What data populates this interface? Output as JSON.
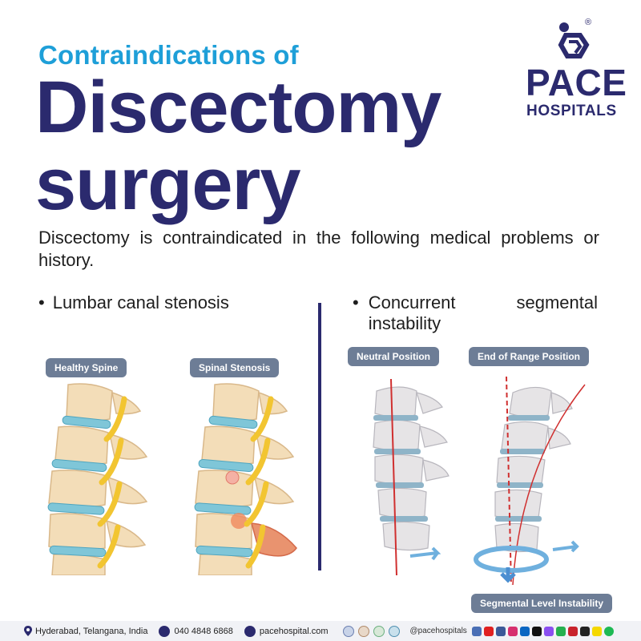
{
  "header": {
    "subtitle": "Contraindications of",
    "title_line1": "Discectomy",
    "title_line2": "surgery"
  },
  "logo": {
    "pace": "PACE",
    "hospitals": "HOSPITALS",
    "registered": "®"
  },
  "intro": "Discectomy is contraindicated in the following medical problems or history.",
  "bullets": [
    {
      "dot": "•",
      "text": "Lumbar canal stenosis"
    },
    {
      "dot": "•",
      "text": "Concurrent segmental instability"
    }
  ],
  "labels": {
    "healthy_spine": "Healthy Spine",
    "spinal_stenosis": "Spinal Stenosis",
    "neutral_position": "Neutral Position",
    "end_of_range": "End of Range Position",
    "segmental_level": "Segmental Level Instability"
  },
  "footer": {
    "location": "Hyderabad, Telangana, India",
    "phone": "040 4848 6868",
    "website": "pacehospital.com",
    "handle": "@pacehospitals"
  },
  "colors": {
    "navy": "#2b2a6e",
    "cyan": "#1e9fd8",
    "pill": "#6d7d96"
  },
  "icons": [
    "location-icon",
    "phone-icon",
    "globe-icon",
    "certification-badges",
    "social-media-icons"
  ]
}
